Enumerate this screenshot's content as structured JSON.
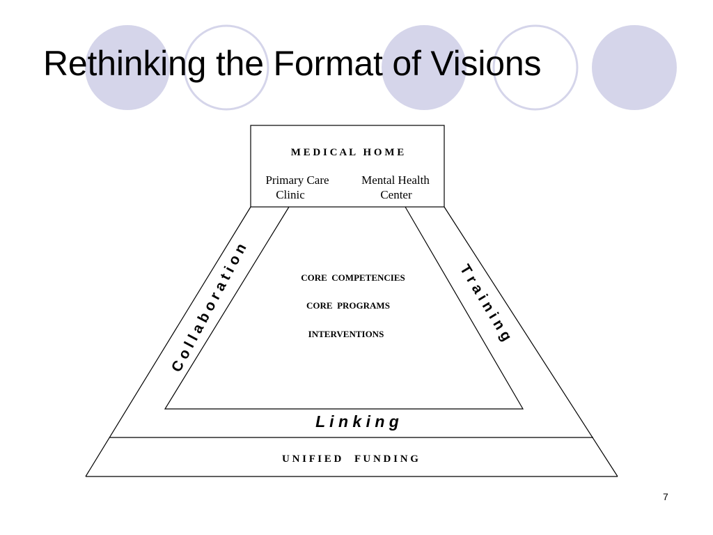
{
  "slide": {
    "title": "Rethinking the Format of Visions",
    "page_number": "7"
  },
  "theme": {
    "circle_fill": "#d5d5ea",
    "circle_stroke": "#d5d5ea",
    "line_color": "#000000"
  },
  "diagram": {
    "top_box": {
      "heading": "M E D I C A L   H O M E",
      "left_line1": "Primary Care",
      "left_line2": "Clinic",
      "right_line1": "Mental Health",
      "right_line2": "Center"
    },
    "inner": {
      "line1": "CORE  COMPETENCIES",
      "line2": "CORE  PROGRAMS",
      "line3": "INTERVENTIONS"
    },
    "sides": {
      "left": "C o l l a b o r a t i o n",
      "right": "T r a i n i n g",
      "bottom": "L i n k i n g"
    },
    "base": "U N I F I E D     F U N D I N G"
  }
}
